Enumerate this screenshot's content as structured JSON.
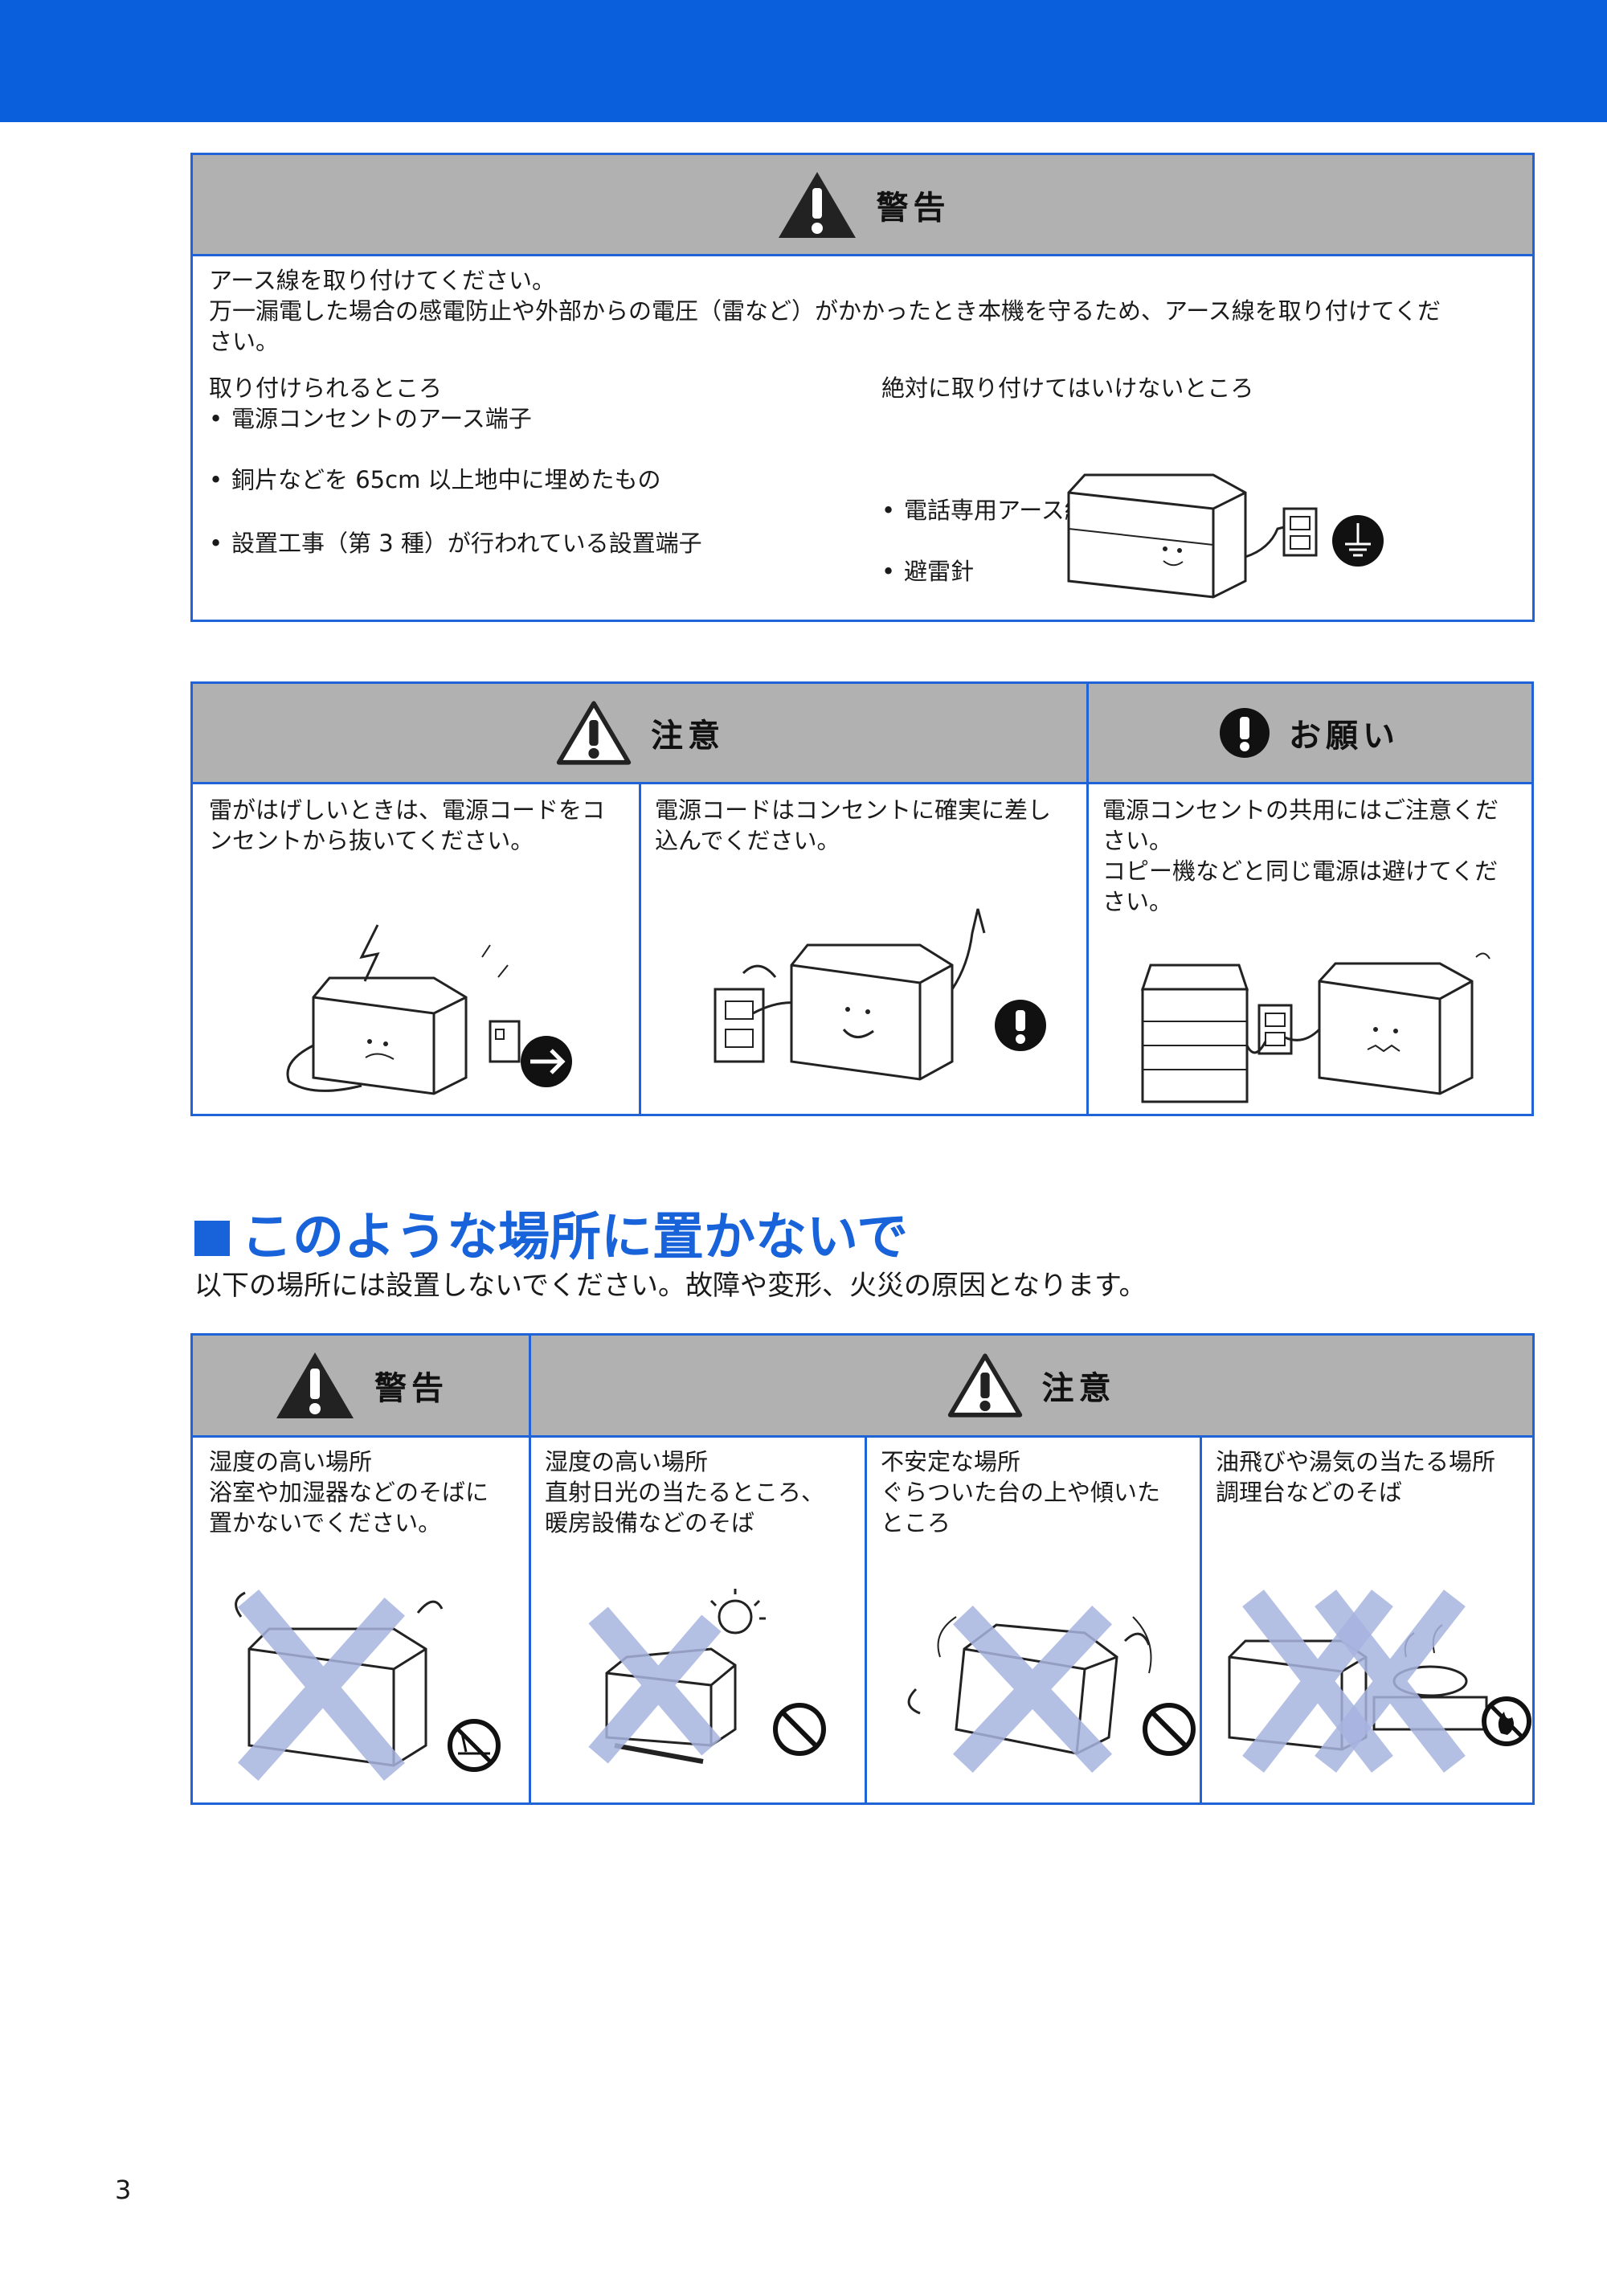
{
  "warn_box": {
    "label": "警告",
    "line1": "アース線を取り付けてください。",
    "line2": "万一漏電した場合の感電防止や外部からの電圧（雷など）がかかったとき本機を守るため、アース線を取り付けてくだ",
    "line3": "さい。",
    "ok_title": "取り付けられるところ",
    "ok_items": [
      "電源コンセントのアース端子",
      "銅片などを 65cm 以上地中に埋めたもの",
      "設置工事（第 3 種）が行われている設置端子"
    ],
    "ng_title": "絶対に取り付けてはいけないところ",
    "ng_items": [
      "電話専用アース線",
      "避雷針"
    ]
  },
  "caution_box": {
    "caution_label": "注意",
    "request_label": "お願い",
    "cell1": [
      "雷がはげしいときは、電源コードをコ",
      "ンセントから抜いてください。"
    ],
    "cell2": [
      "電源コードはコンセントに確実に差し",
      "込んでください。"
    ],
    "cell3": [
      "電源コンセントの共用にはご注意くだ",
      "さい。",
      "コピー機などと同じ電源は避けてくだ",
      "さい。"
    ]
  },
  "section": {
    "title": "このような場所に置かないで",
    "lead": "以下の場所には設置しないでください。故障や変形、火災の原因となります。"
  },
  "place_box": {
    "warn_label": "警告",
    "caution_label": "注意",
    "cell1": [
      "湿度の高い場所",
      "浴室や加湿器などのそばに",
      "置かないでください。"
    ],
    "cell2": [
      "湿度の高い場所",
      "直射日光の当たるところ、",
      "暖房設備などのそば"
    ],
    "cell3": [
      "不安定な場所",
      "ぐらついた台の上や傾いた",
      "ところ"
    ],
    "cell4": [
      "油飛びや湯気の当たる場所",
      "調理台などのそば"
    ]
  },
  "page_number": "3",
  "colors": {
    "accent_blue": "#1f63d6",
    "header_gray": "#b1b1b1",
    "x_mark": "#a8b4e0"
  },
  "icons": [
    "warning-triangle-icon",
    "exclamation-circle-icon",
    "ground-icon",
    "unplug-icon",
    "prohibited-icon",
    "no-water-icon",
    "no-fire-icon"
  ]
}
